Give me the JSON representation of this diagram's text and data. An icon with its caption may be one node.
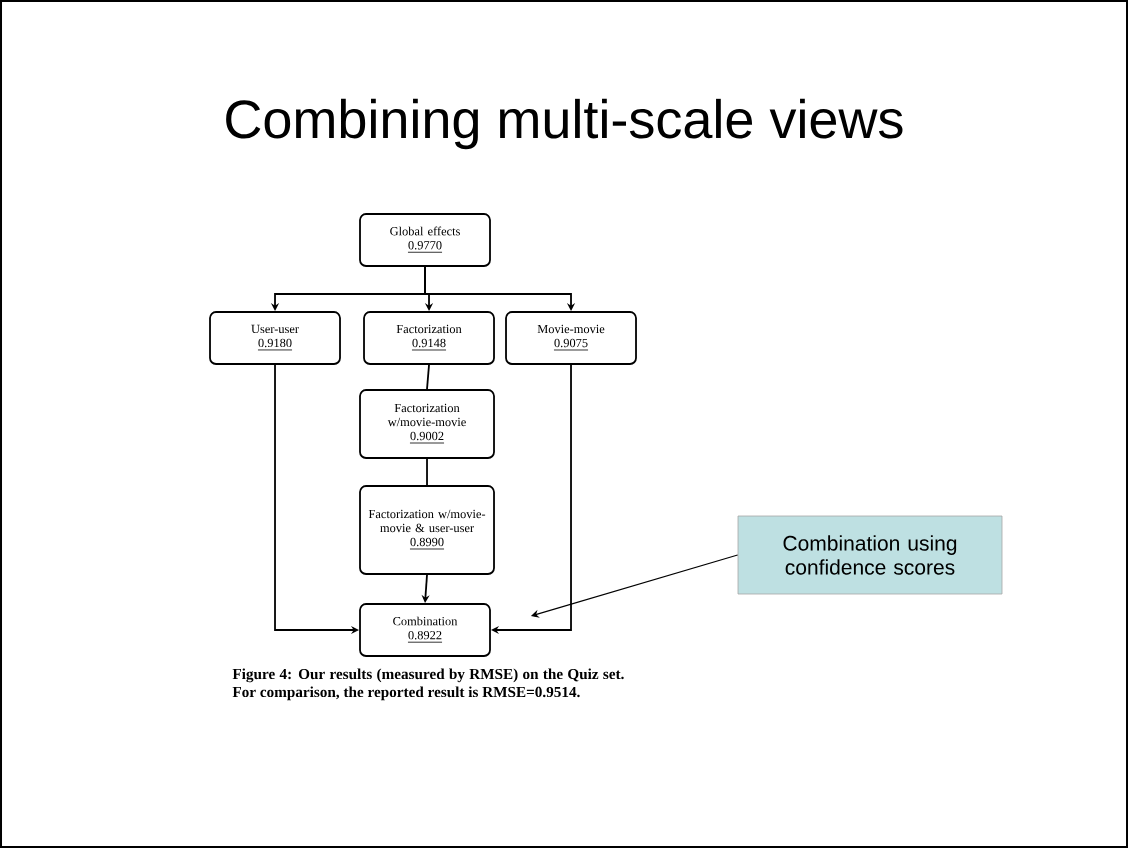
{
  "diagram": {
    "title": "Combining multi-scale views",
    "caption": "Figure 4: Our results (measured by RMSE) on the Quiz set. For comparison, the reported result is RMSE=0.9514.",
    "nodes": [
      {
        "text": [
          "Global effects",
          "0.9770"
        ]
      },
      {
        "text": [
          "User-user",
          "0.9180"
        ]
      },
      {
        "text": [
          "Factorization",
          "0.9148"
        ]
      },
      {
        "text": [
          "Movie-movie",
          "0.9075"
        ]
      },
      {
        "text": [
          "Factorization w/movie-movie",
          "0.9002"
        ]
      },
      {
        "text": [
          "Factorization w/movie-movie & user-user",
          "0.8990"
        ]
      },
      {
        "text": [
          "Combination",
          "0.8922"
        ]
      },
      {
        "text": [
          "Combination using confidence scores"
        ]
      }
    ],
    "edges": [
      {
        "from": 0,
        "to": 1,
        "arrow": "to"
      },
      {
        "from": 0,
        "to": 2,
        "arrow": "to"
      },
      {
        "from": 0,
        "to": 3,
        "arrow": "to"
      },
      {
        "from": 2,
        "to": 4,
        "arrow": "none"
      },
      {
        "from": 4,
        "to": 5,
        "arrow": "none"
      },
      {
        "from": 5,
        "to": 6,
        "arrow": "to"
      },
      {
        "from": 1,
        "to": 6,
        "arrow": "to"
      },
      {
        "from": 3,
        "to": 6,
        "arrow": "to"
      },
      {
        "from": 7,
        "to": 6,
        "arrow": "to"
      }
    ]
  }
}
